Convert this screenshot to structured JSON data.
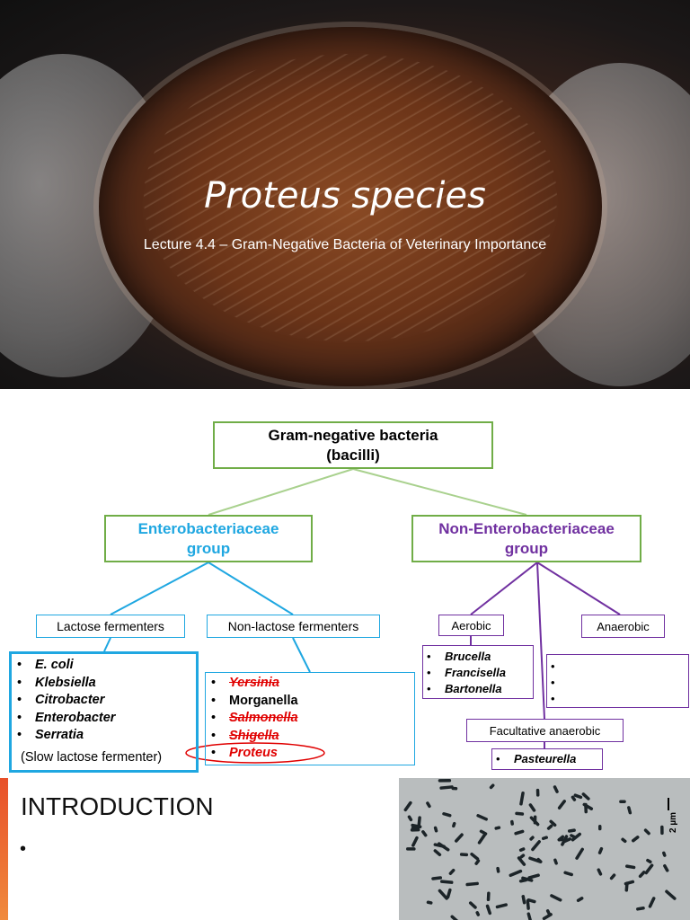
{
  "slide1": {
    "title": "Proteus species",
    "subtitle": "Lecture 4.4 – Gram-Negative Bacteria of Veterinary Importance"
  },
  "diagram": {
    "root": {
      "line1": "Gram-negative bacteria",
      "line2": "(bacilli)"
    },
    "entero": {
      "line1": "Enterobacteriaceae",
      "line2": "group"
    },
    "non_entero": {
      "line1": "Non-Enterobacteriaceae",
      "line2": "group"
    },
    "lactose_fermenters": "Lactose fermenters",
    "non_lactose_fermenters": "Non-lactose fermenters",
    "lactose_list": [
      "E. coli",
      "Klebsiella",
      "Citrobacter",
      "Enterobacter",
      "Serratia"
    ],
    "slow_note": "(Slow lactose fermenter)",
    "non_lactose_list": [
      "Yersinia",
      "Morganella",
      "Salmonella",
      "Shigella",
      "Proteus"
    ],
    "aerobic": "Aerobic",
    "aerobic_list": [
      "Brucella",
      "Francisella",
      "Bartonella"
    ],
    "anaerobic": "Anaerobic",
    "facultative": "Facultative anaerobic",
    "facultative_list": [
      "Pasteurella"
    ],
    "colors": {
      "green": "#70ad47",
      "blue": "#1fa7e1",
      "purple": "#7030a0",
      "red": "#e00000"
    }
  },
  "slide3": {
    "title": "INTRODUCTION",
    "bullet": "•",
    "scale_label": "2 µm"
  }
}
